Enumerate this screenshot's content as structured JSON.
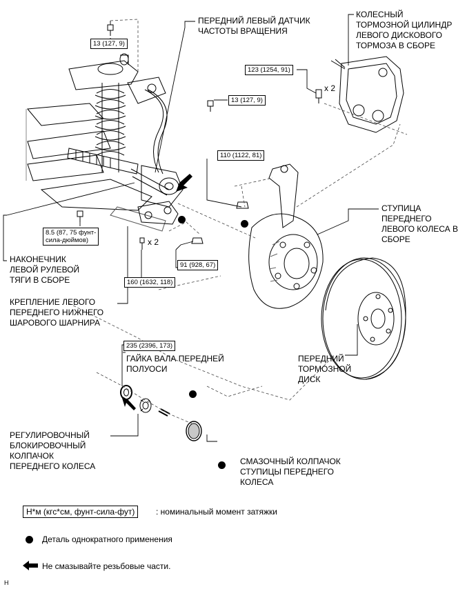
{
  "labels": {
    "speed_sensor": "ПЕРЕДНИЙ ЛЕВЫЙ ДАТЧИК\nЧАСТОТЫ ВРАЩЕНИЯ",
    "caliper": "КОЛЕСНЫЙ\nТОРМОЗНОЙ ЦИЛИНДР\nЛЕВОГО ДИСКОВОГО\nТОРМОЗА В СБОРЕ",
    "hub": "СТУПИЦА\nПЕРЕДНЕГО\nЛЕВОГО КОЛЕСА В\nСБОРЕ",
    "tie_rod_end": "НАКОНЕЧНИК\nЛЕВОЙ РУЛЕВОЙ\nТЯГИ В СБОРЕ",
    "ball_joint": "КРЕПЛЕНИЕ ЛЕВОГО\nПЕРЕДНЕГО НИЖНЕГО\nШАРОВОГО ШАРНИРА",
    "axle_nut": "ГАЙКА ВАЛА ПЕРЕДНЕЙ\nПОЛУОСИ",
    "brake_disc": "ПЕРЕДНИЙ\nТОРМОЗНОЙ\nДИСК",
    "lock_cap": "РЕГУЛИРОВОЧНЫЙ\nБЛОКИРОВОЧНЫЙ\nКОЛПАЧОК\nПЕРЕДНЕГО КОЛЕСА",
    "grease_cap": "СМАЗОЧНЫЙ КОЛПАЧОК\nСТУПИЦЫ ПЕРЕДНЕГО\nКОЛЕСА"
  },
  "torques": {
    "t_top": "13 (127, 9)",
    "t_sensor": "13 (127, 9)",
    "t_caliper": "123 (1254, 91)",
    "t_knuckle": "110 (1122, 81)",
    "t_tierod_bolt": "8.5 (87, 75 фунт-\nсила-дюймов)",
    "t_tierod_nut": "91 (928, 67)",
    "t_balljoint": "160 (1632, 118)",
    "t_axlenut": "235 (2396, 173)"
  },
  "multipliers": {
    "caliper": "x 2",
    "balljoint": "x 2"
  },
  "legend": {
    "unit_box": "Н*м (кгс*см, фунт-сила-фут)",
    "unit_text": ": номинальный момент затяжки",
    "non_reusable": "Деталь однократного применения",
    "no_grease": "Не смазывайте резьбовые части."
  },
  "corner_mark": "H",
  "colors": {
    "ink": "#000000",
    "paper": "#ffffff",
    "shade": "#9a9a9a"
  }
}
